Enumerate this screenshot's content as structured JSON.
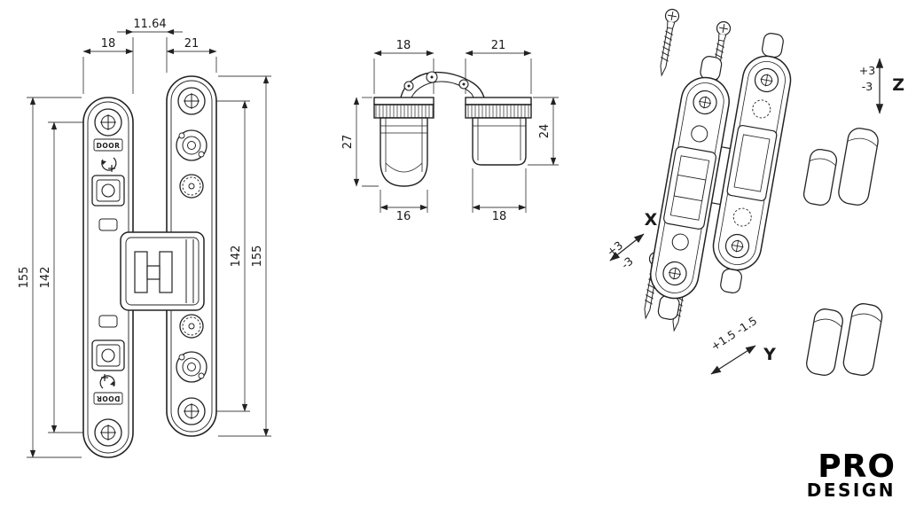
{
  "front_view": {
    "dims": {
      "plate_left_width": "18",
      "gap": "11.64",
      "plate_right_width": "21",
      "left_outer_height": "155",
      "left_inner_height": "142",
      "right_inner_height": "142",
      "right_outer_height": "155"
    },
    "labels": {
      "door_top": "DOOR",
      "door_bottom": "DOOR"
    }
  },
  "side_view": {
    "dims": {
      "cup_top_width": "18",
      "plate_top_width": "21",
      "cup_height": "27",
      "plate_height": "24",
      "cup_bottom_width": "16",
      "plate_bottom_width": "18"
    }
  },
  "iso_view": {
    "z_axis": {
      "label": "Z",
      "plus": "+3",
      "minus": "-3"
    },
    "x_axis": {
      "label": "X",
      "plus": "+3",
      "minus": "-3"
    },
    "y_axis": {
      "label": "Y",
      "range": "+1.5 -1.5"
    }
  },
  "logo": {
    "line1": "PRO",
    "line2": "DESIGN"
  }
}
